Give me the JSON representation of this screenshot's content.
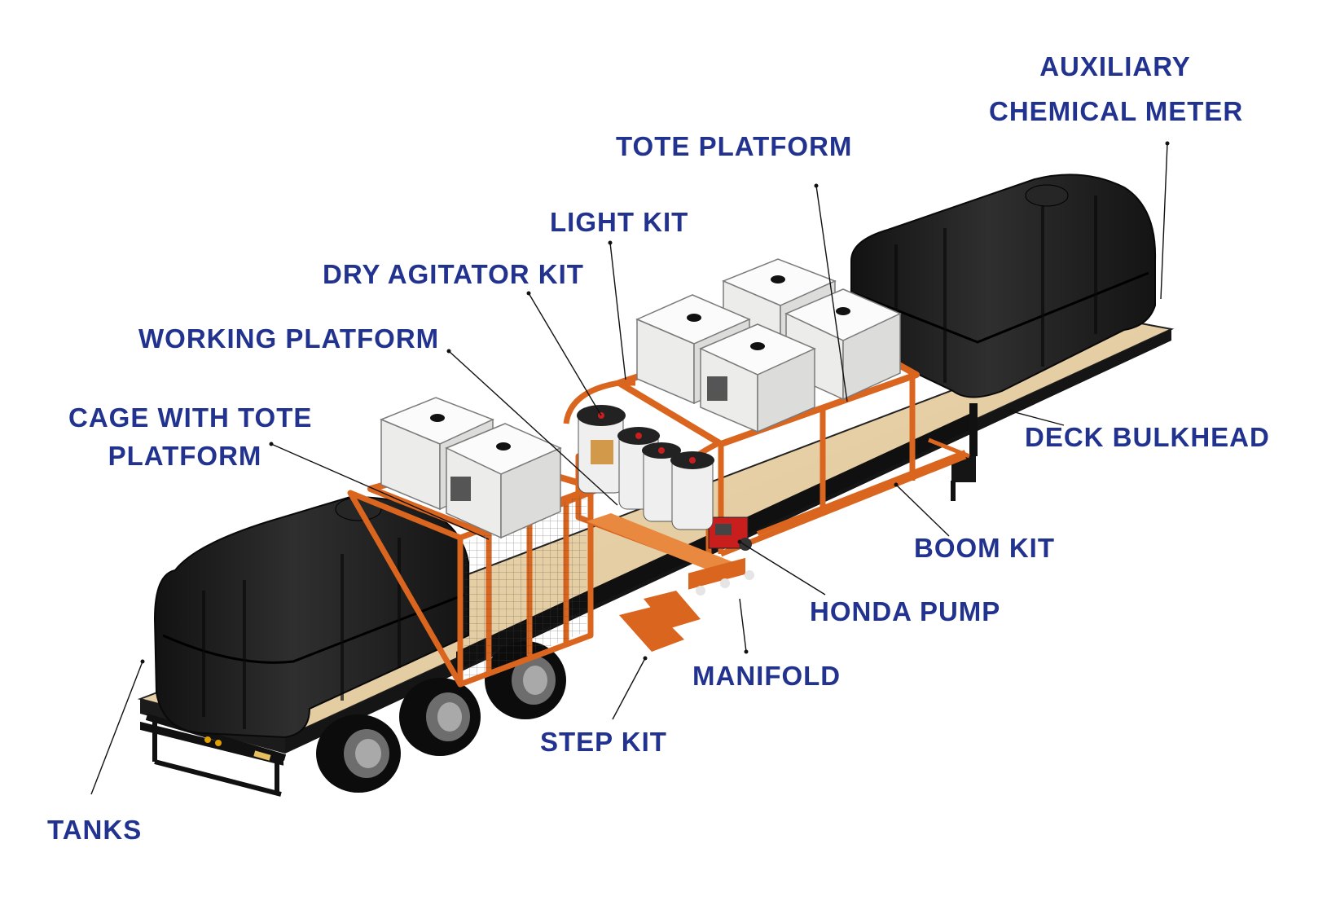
{
  "callouts": {
    "auxiliary_chemical_meter": [
      "AUXILIARY",
      "CHEMICAL METER"
    ],
    "tote_platform": "TOTE PLATFORM",
    "light_kit": "LIGHT KIT",
    "dry_agitator_kit": "DRY AGITATOR KIT",
    "working_platform": "WORKING PLATFORM",
    "cage_with_tote_platform": [
      "CAGE WITH TOTE",
      "PLATFORM"
    ],
    "deck_bulkhead": "DECK BULKHEAD",
    "boom_kit": "BOOM KIT",
    "honda_pump": "HONDA PUMP",
    "manifold": "MANIFOLD",
    "step_kit": "STEP KIT",
    "tanks": "TANKS"
  },
  "colors": {
    "label_text": "#22338f",
    "frame_orange": "#d9651f",
    "tank_black": "#1e1e1e",
    "deck_wood": "#e9d3a9",
    "tote_white": "#f4f4f2"
  }
}
